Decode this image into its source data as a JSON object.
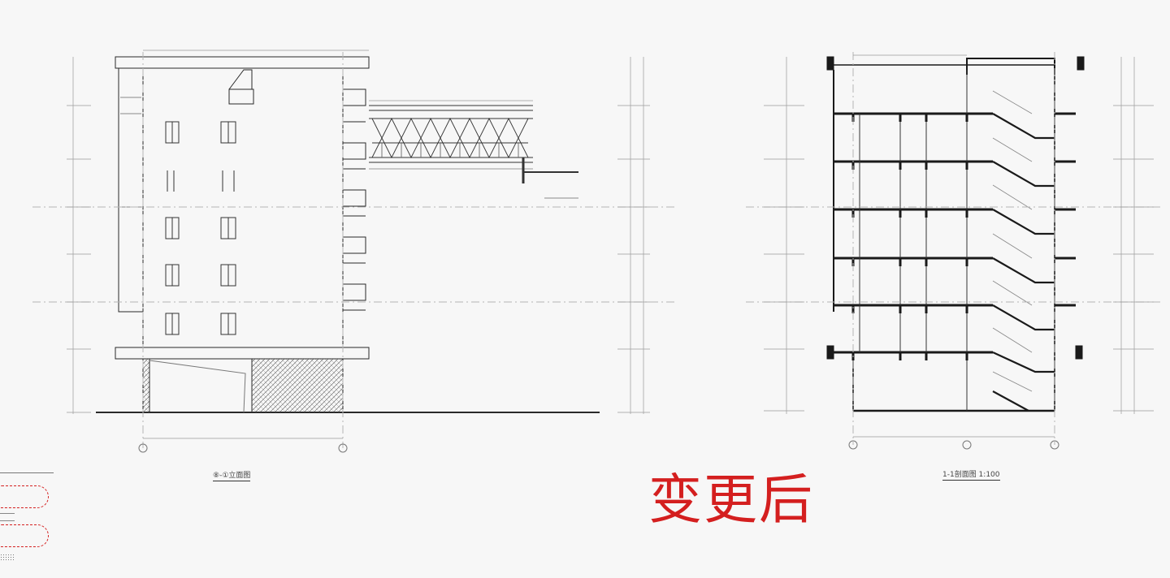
{
  "stamp": {
    "text": "变更后",
    "color": "#d41f1f"
  },
  "captions": {
    "left": "⑧-①立面图",
    "right": "1-1剖面图 1:100"
  },
  "colors": {
    "line": "#2a2a2a",
    "dim": "#9a9a9a",
    "center": "#b5b5b5",
    "annotation": "#d41f1f"
  },
  "legend": {
    "items": [
      "",
      "",
      "",
      "",
      ""
    ]
  }
}
